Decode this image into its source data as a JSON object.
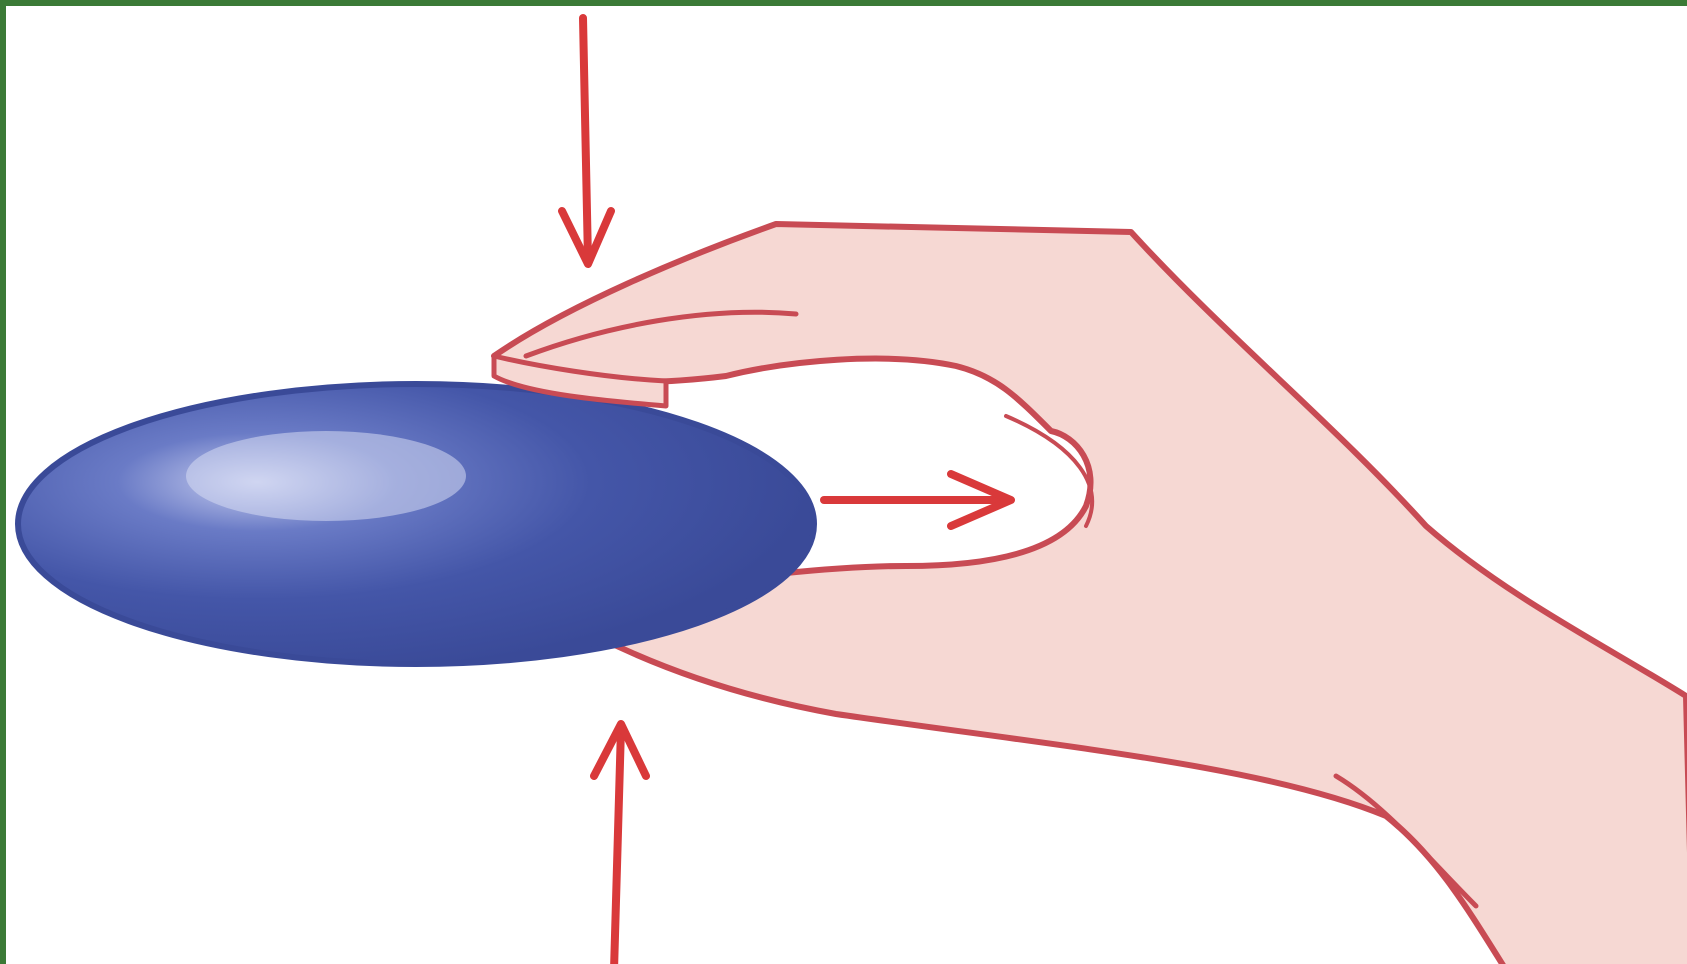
{
  "figure": {
    "colors": {
      "frame": "#3b7a36",
      "arrow": "#d9393a",
      "object": "#4456a8",
      "object_highlight": "#c9cff0",
      "skin": "#f6d8d3",
      "skin_outline": "#c84b54"
    },
    "parts": [
      {
        "name": "blue-oval-object",
        "icon": "oval-pebble"
      },
      {
        "name": "hand-pinch",
        "icon": "hand"
      },
      {
        "name": "arrow-down",
        "icon": "arrow-down"
      },
      {
        "name": "arrow-up",
        "icon": "arrow-up"
      },
      {
        "name": "arrow-right",
        "icon": "arrow-right"
      }
    ]
  }
}
